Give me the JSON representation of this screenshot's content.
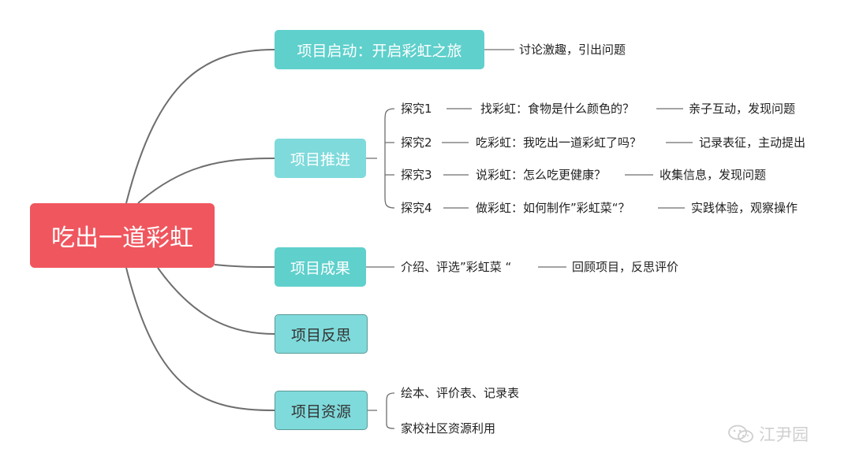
{
  "root": {
    "label": "吃出一道彩虹"
  },
  "branches": {
    "start": {
      "label": "项目启动：开启彩虹之旅",
      "children": [
        "讨论激趣，引出问题"
      ]
    },
    "progress": {
      "label": "项目推进",
      "explorations": [
        {
          "label": "探究1",
          "topic": "找彩虹：食物是什么颜色的？",
          "outcome": "亲子互动，发现问题"
        },
        {
          "label": "探究2",
          "topic": "吃彩虹：我吃出一道彩虹了吗？",
          "outcome": "记录表征，主动提出"
        },
        {
          "label": "探究3",
          "topic": "说彩虹：怎么吃更健康？",
          "outcome": "收集信息，发现问题"
        },
        {
          "label": "探究4",
          "topic": "做彩虹：如何制作”彩虹菜“？",
          "outcome": "实践体验，观察操作"
        }
      ]
    },
    "result": {
      "label": "项目成果",
      "children": [
        "介绍、评选”彩虹菜 “",
        "回顾项目，反思评价"
      ]
    },
    "reflect": {
      "label": "项目反思"
    },
    "resource": {
      "label": "项目资源",
      "children": [
        "绘本、评价表、记录表",
        "家校社区资源利用"
      ]
    }
  },
  "colors": {
    "root": "#f0565e",
    "branch_dark": "#5fd0cc",
    "branch_light": "#7fdadb",
    "connector": "#6e6e6e"
  },
  "watermark": {
    "text": "江尹园",
    "icon": "wechat-icon"
  }
}
